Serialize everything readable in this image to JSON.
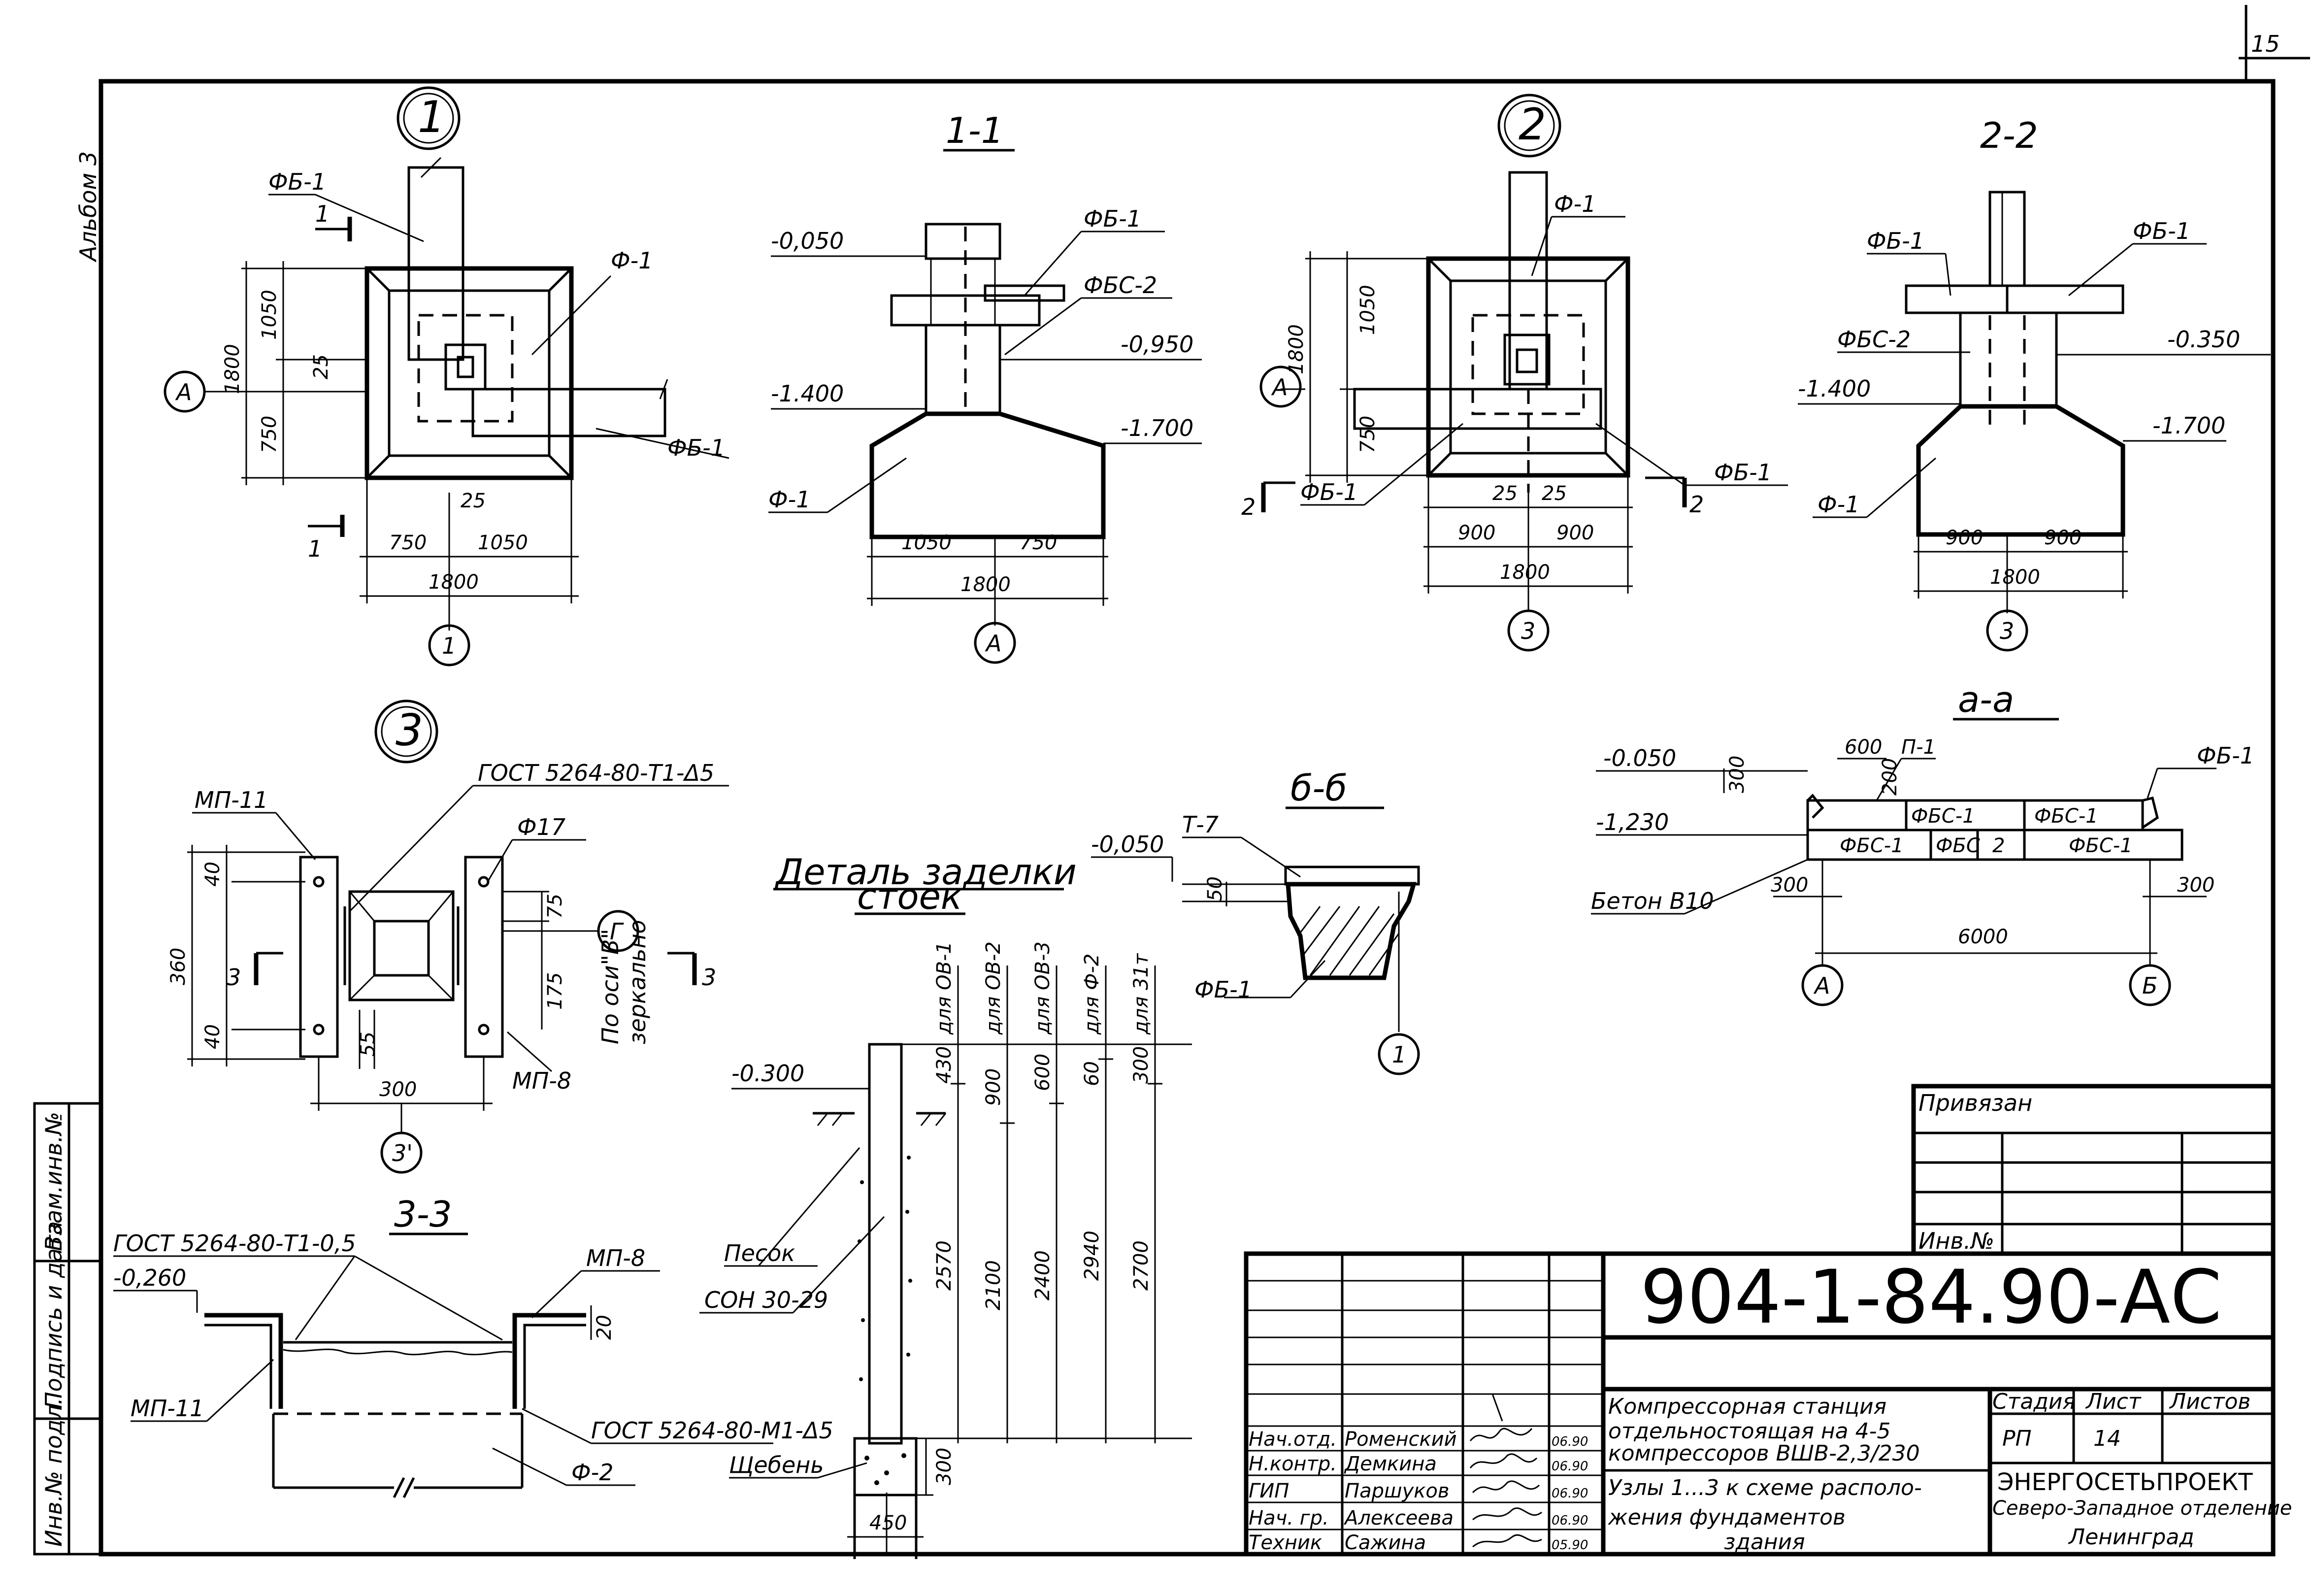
{
  "page": {
    "sheet_corner_number": "15",
    "album_label": "Альбом 3"
  },
  "left_strip": {
    "labels": [
      "Инв.№ подл.",
      "Подпись и дата",
      "Взам.инв.№"
    ]
  },
  "node1": {
    "callout": "1",
    "labels": {
      "fb1_top": "ФБ-1",
      "f1": "Ф-1",
      "fb1_right": "ФБ-1",
      "axis_a": "А",
      "axis_1": "1",
      "cut_top": "1",
      "cut_bottom": "1"
    },
    "dims": {
      "h_total": "1800",
      "h_upper": "1050",
      "h_lower": "750",
      "gap_left": "25",
      "gap_bottom": "25",
      "w_left": "750",
      "w_right": "1050",
      "w_total": "1800"
    }
  },
  "section11": {
    "title": "1-1",
    "labels": {
      "lvl_top": "-0,050",
      "lvl_1400": "-1.400",
      "lvl_950": "-0,950",
      "lvl_1700": "-1.700",
      "fb1": "ФБ-1",
      "fbs2": "ФБС-2",
      "f1": "Ф-1",
      "axis_a": "А"
    },
    "dims": {
      "w_left": "1050",
      "w_right": "750",
      "w_total": "1800"
    }
  },
  "node2": {
    "callout": "2",
    "labels": {
      "f1": "Ф-1",
      "fb1_left": "ФБ-1",
      "fb1_right": "ФБ-1",
      "axis_a": "А",
      "axis_3": "3",
      "cut_left": "2",
      "cut_right": "2"
    },
    "dims": {
      "h_total": "1800",
      "h_upper": "1050",
      "h_lower": "750",
      "gap_l": "25",
      "gap_r": "25",
      "w_left": "900",
      "w_right": "900",
      "w_total": "1800"
    }
  },
  "section22": {
    "title": "2-2",
    "labels": {
      "fb1_left": "ФБ-1",
      "fb1_right": "ФБ-1",
      "fbs2": "ФБС-2",
      "lvl_350": "-0.350",
      "lvl_1400": "-1.400",
      "lvl_1700": "-1.700",
      "f1": "Ф-1",
      "axis_3": "3"
    },
    "dims": {
      "w_left": "900",
      "w_right": "900",
      "w_total": "1800"
    }
  },
  "node3": {
    "callout": "3",
    "labels": {
      "mp11": "МП-11",
      "gost": "ГОСТ 5264-80-Т1-Δ5",
      "phi17": "Ф17",
      "axis_g": "Г",
      "mirror_line1": "По оси\"В\"",
      "mirror_line2": "зеркально",
      "mp8": "МП-8",
      "cut_left": "3",
      "cut_right": "3",
      "axis_3p": "3'"
    },
    "dims": {
      "h_total": "360",
      "top_40": "40",
      "bot_40": "40",
      "d_75": "75",
      "d_175": "175",
      "d_55": "55",
      "w_300": "300"
    }
  },
  "section33": {
    "title": "3-3",
    "labels": {
      "gost_top": "ГОСТ 5264-80-Т1-0,5",
      "lvl_260": "-0,260",
      "mp8": "МП-8",
      "mp11": "МП-11",
      "gost_bottom": "ГОСТ 5264-80-М1-Δ5",
      "f2": "Ф-2"
    },
    "dims": {
      "d_20": "20"
    }
  },
  "detail_wall": {
    "title_line1": "Деталь заделки",
    "title_line2": "стоек",
    "labels": {
      "lvl_300": "-0.300",
      "son": "СОН 30-29",
      "sand": "Песок",
      "gravel": "Щебень"
    },
    "columns": [
      {
        "head": "для ОВ-1",
        "upper": "430",
        "lower": "2570"
      },
      {
        "head": "для ОВ-2",
        "upper": "900",
        "lower": "2100"
      },
      {
        "head": "для ОВ-3",
        "upper": "600",
        "lower": "2400"
      },
      {
        "head": "для Ф-2",
        "upper": "60",
        "lower": "2940"
      },
      {
        "head": "для 31т",
        "upper": "300",
        "lower": "2700"
      }
    ],
    "dims": {
      "bottom_300": "300",
      "width_450": "450"
    }
  },
  "section_bb": {
    "title": "б-б",
    "labels": {
      "lvl": "-0,050",
      "t7": "Т-7",
      "fb1": "ФБ-1",
      "axis_1": "1"
    },
    "dims": {
      "d_50": "50"
    }
  },
  "section_aa": {
    "title": "а-а",
    "labels": {
      "lvl_050": "-0.050",
      "lvl_1230": "-1,230",
      "p1": "П-1",
      "fb1": "ФБ-1",
      "fbs1_a": "ФБС-1",
      "fbs1_b": "ФБС-1",
      "fbs1_c": "ФБС-1",
      "fbs_2a": "ФБС",
      "fbs_2b": "2",
      "fbs1_d": "ФБС-1",
      "concrete": "Бетон В10",
      "axis_a": "А",
      "axis_b": "Б"
    },
    "dims": {
      "d_600": "600",
      "d_300v": "300",
      "d_200": "200",
      "d_300l": "300",
      "d_300r": "300",
      "d_6000": "6000"
    }
  },
  "stamp_box": {
    "tied": "Привязан",
    "inv": "Инв.№"
  },
  "title_block": {
    "code": "904-1-84.90-АС",
    "description": [
      "Компрессорная станция",
      "отдельностоящая на 4-5",
      "компрессоров ВШВ-2,3/230"
    ],
    "sheet_title": [
      "Узлы 1...3 к схеме располо-",
      "жения фундаментов",
      "здания"
    ],
    "stage_header": "Стадия",
    "sheet_header": "Лист",
    "sheets_header": "Листов",
    "stage": "РП",
    "sheet_no": "14",
    "org": [
      "ЭНЕРГОСЕТЬПРОЕКТ",
      "Северо-Западное отделение",
      "Ленинград"
    ],
    "roles": [
      {
        "role": "Нач.отд.",
        "name": "Роменский",
        "date": "06.90"
      },
      {
        "role": "Н.контр.",
        "name": "Демкина",
        "date": "06.90"
      },
      {
        "role": "ГИП",
        "name": "Паршуков",
        "date": "06.90"
      },
      {
        "role": "Нач. гр.",
        "name": "Алексеева",
        "date": "06.90"
      },
      {
        "role": "Техник",
        "name": "Сажина",
        "date": "05.90"
      }
    ]
  }
}
